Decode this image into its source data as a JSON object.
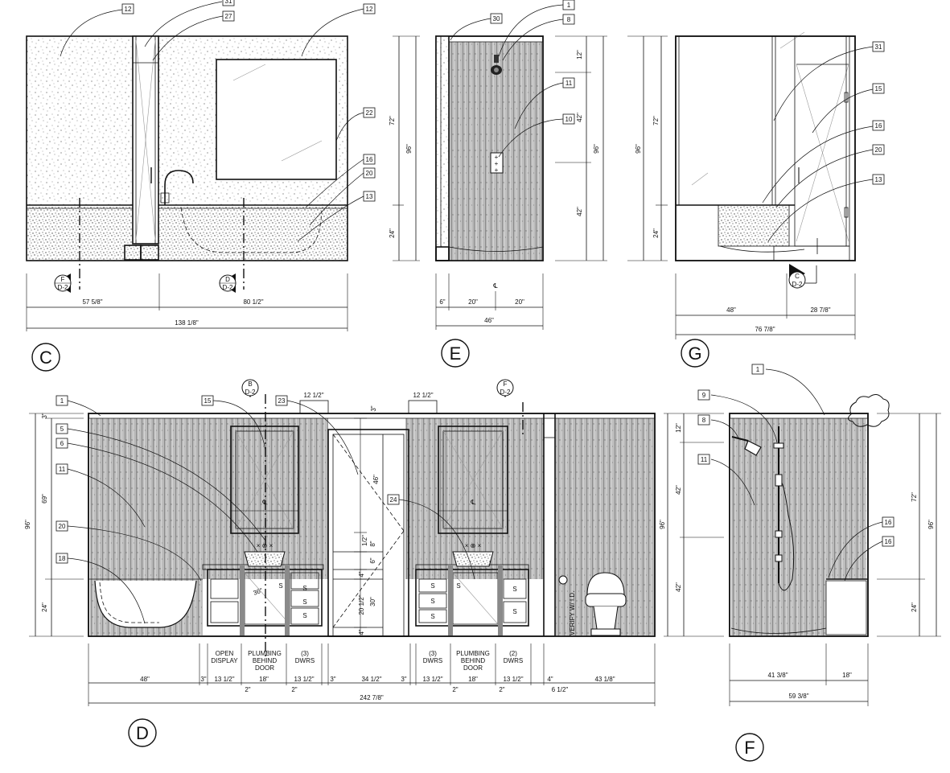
{
  "views": {
    "C": {
      "title": "C",
      "tags": [
        "12",
        "31",
        "27",
        "12",
        "22",
        "16",
        "20",
        "13"
      ],
      "heights": [
        "72\"",
        "96\"",
        "24\""
      ],
      "widths": [
        "57 5/8\"",
        "80 1/2\""
      ],
      "overall": "138 1/8\"",
      "callouts": [
        {
          "letter": "F",
          "sheet": "D-2"
        },
        {
          "letter": "D",
          "sheet": "D-2"
        }
      ]
    },
    "E": {
      "title": "E",
      "tags": [
        "30",
        "1",
        "8",
        "11",
        "10"
      ],
      "heights": [
        "12\"",
        "42\"",
        "96\"",
        "42\""
      ],
      "widths": [
        "6\"",
        "20\"",
        "20\""
      ],
      "overall": "46\"",
      "centerline": "℄"
    },
    "G": {
      "title": "G",
      "tags": [
        "31",
        "15",
        "16",
        "20",
        "13"
      ],
      "heights": [
        "96\"",
        "72\"",
        "24\""
      ],
      "widths": [
        "48\"",
        "28 7/8\""
      ],
      "overall": "76 7/8\"",
      "callouts": [
        {
          "letter": "C",
          "sheet": "D-2"
        }
      ]
    },
    "D": {
      "title": "D",
      "tags": [
        "1",
        "5",
        "6",
        "11",
        "20",
        "18",
        "15",
        "23",
        "24"
      ],
      "left_heights": [
        "3\"",
        "69\"",
        "96\"",
        "24\""
      ],
      "top_dims": [
        "12 1/2\"",
        "12 1/2\"",
        "3\""
      ],
      "cab_dims": [
        "46\"",
        "1/2\"",
        "8\"",
        "6\"",
        "4\"",
        "30\"",
        "20 1/2\"",
        "4\""
      ],
      "side_label": "36\"",
      "cl_marks": [
        "℄",
        "℄"
      ],
      "labels": [
        {
          "text": "OPEN DISPLAY"
        },
        {
          "text": "PLUMBING BEHIND DOOR"
        },
        {
          "text": "(3) DWRS"
        },
        {
          "text": "(3) DWRS"
        },
        {
          "text": "PLUMBING BEHIND DOOR"
        },
        {
          "text": "(2) DWRS"
        }
      ],
      "drawer_marks": [
        "S",
        "S",
        "S",
        "S",
        "S",
        "S",
        "S",
        "S",
        "S",
        "S"
      ],
      "widths": [
        "48\"",
        "3\"",
        "13 1/2\"",
        "18\"",
        "13 1/2\"",
        "3\"",
        "34 1/2\"",
        "3\"",
        "13 1/2\"",
        "18\"",
        "13 1/2\"",
        "4\"",
        "43 1/8\""
      ],
      "small_widths": [
        "2\"",
        "2\"",
        "2\"",
        "2\"",
        "6 1/2\""
      ],
      "overall": "242 7/8\"",
      "verify_note": "VERIFY W/ I.D.",
      "callouts": [
        {
          "letter": "B",
          "sheet": "D-2"
        },
        {
          "letter": "F",
          "sheet": "D-2"
        }
      ]
    },
    "F": {
      "title": "F",
      "tags": [
        "1",
        "9",
        "8",
        "11",
        "16",
        "16"
      ],
      "left_heights": [
        "12\"",
        "42\"",
        "96\"",
        "42\""
      ],
      "right_heights": [
        "72\"",
        "96\"",
        "24\""
      ],
      "widths": [
        "41 3/8\"",
        "18\""
      ],
      "overall": "59 3/8\""
    }
  }
}
